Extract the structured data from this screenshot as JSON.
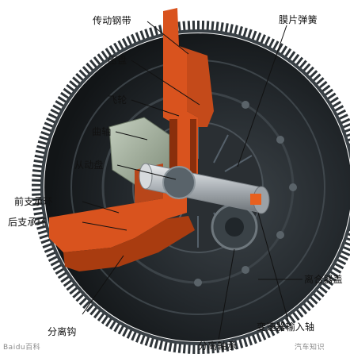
{
  "diagram": {
    "labels": {
      "transmission_strap": "传动钢带",
      "pressure_plate": "压盘",
      "flywheel": "飞轮",
      "crankshaft": "曲轴",
      "driven_disc": "从动盘",
      "front_pivot_ring": "前支承环",
      "rear_pivot_ring": "后支承环",
      "release_fork": "分离钩",
      "release_bearing": "分离轴承",
      "gearbox_input_shaft": "变速器输入轴",
      "clutch_cover": "离合器盖",
      "diaphragm_spring": "膜片弹簧"
    },
    "watermark_left": "Baidu百科",
    "watermark_right": "汽车知识"
  },
  "colors": {
    "casing": "#1f2326",
    "casing_highlight": "#4a5258",
    "cutaway_orange": "#d9531e",
    "cutaway_dark_orange": "#a93c10",
    "shaft_silver": "#c9cdd1",
    "crank_green": "#9fae98",
    "leader_line": "#111111"
  }
}
